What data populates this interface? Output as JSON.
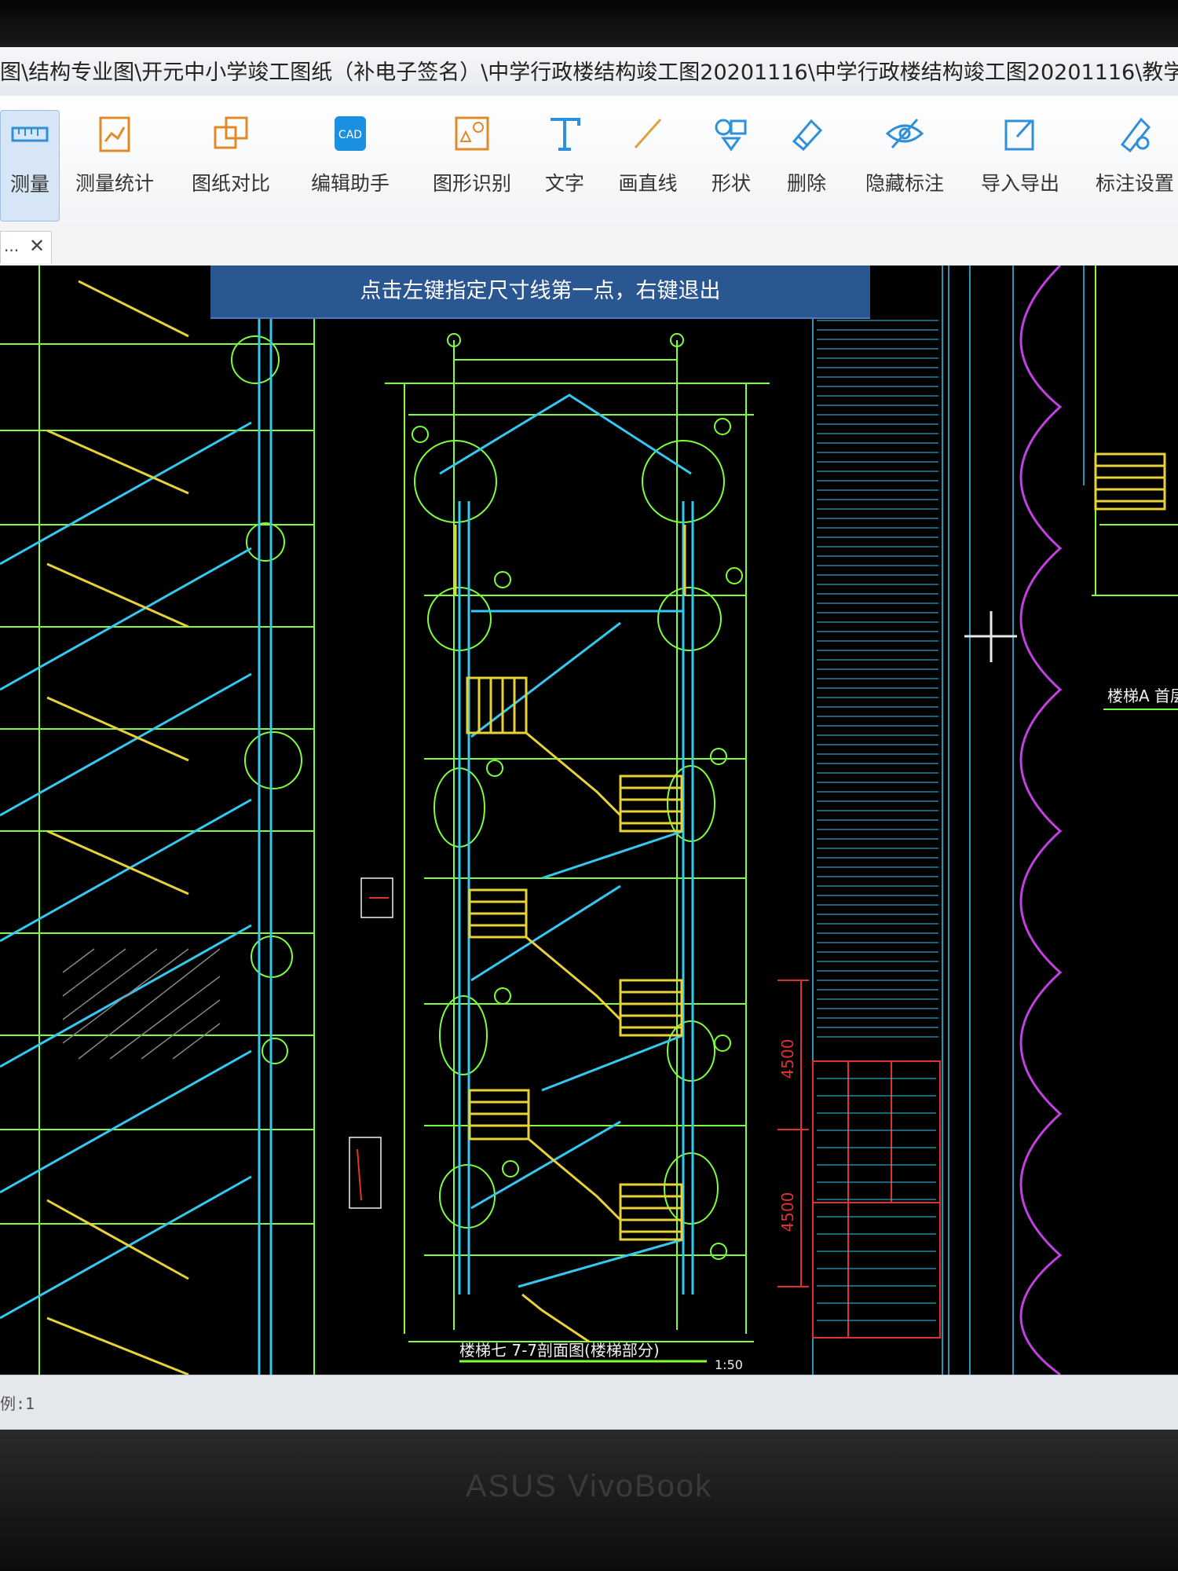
{
  "window": {
    "path": "图\\结构专业图\\开元中小学竣工图纸（补电子签名）\\中学行政楼结构竣工图20201116\\中学行政楼结构竣工图20201116\\教学行政楼结"
  },
  "toolbar": {
    "items": [
      {
        "label": "测量",
        "icon": "ruler-icon"
      },
      {
        "label": "测量统计",
        "icon": "measure-stats-icon"
      },
      {
        "label": "图纸对比",
        "icon": "compare-icon"
      },
      {
        "label": "编辑助手",
        "icon": "cad-edit-icon"
      },
      {
        "label": "图形识别",
        "icon": "shape-recognition-icon"
      },
      {
        "label": "文字",
        "icon": "text-icon"
      },
      {
        "label": "画直线",
        "icon": "line-icon"
      },
      {
        "label": "形状",
        "icon": "shapes-icon"
      },
      {
        "label": "删除",
        "icon": "eraser-icon"
      },
      {
        "label": "隐藏标注",
        "icon": "eye-off-icon"
      },
      {
        "label": "导入导出",
        "icon": "export-icon"
      },
      {
        "label": "标注设置",
        "icon": "annotation-settings-icon"
      }
    ],
    "cad_icon_text": "CAD"
  },
  "tab": {
    "label": "...",
    "close": "✕"
  },
  "canvas": {
    "prompt": "点击左键指定尺寸线第一点，右键退出",
    "drawing_title": "楼梯七 7-7剖面图(楼梯部分)",
    "drawing_scale": "1:50",
    "right_label": "楼梯A 首层",
    "dimensions": [
      "4500",
      "4500"
    ],
    "colors": {
      "green": "#7dff3a",
      "cyan": "#35c8f0",
      "yellow": "#e8d23a",
      "magenta": "#c040e0",
      "red": "#e03030",
      "white": "#f0f0f0"
    }
  },
  "status": {
    "text": "例:1"
  },
  "monitor": {
    "brand": "ASUS VivoBook"
  }
}
